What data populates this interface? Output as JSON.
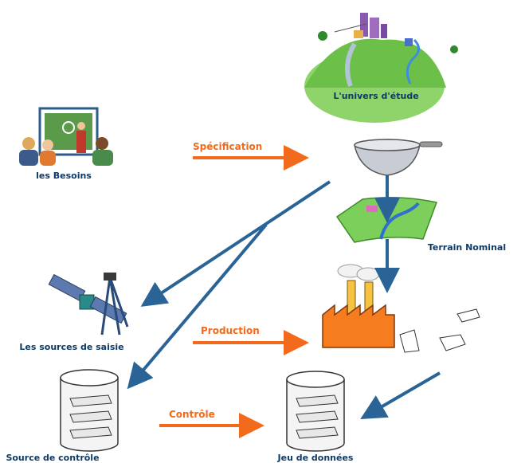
{
  "labels": {
    "univers": "L'univers d'étude",
    "besoins": "les Besoins",
    "terrain": "Terrain Nominal",
    "sources_saisie": "Les sources de saisie",
    "source_controle": "Source de contrôle",
    "jeu_donnees": "Jeu de données"
  },
  "process_labels": {
    "specification": "Spécification",
    "production": "Production",
    "controle": "Contrôle"
  },
  "colors": {
    "blue_arrow": "#2a6496",
    "orange_arrow": "#f26a1b",
    "label_text": "#0d3a66",
    "hill_green": "#6cc04a",
    "factory_orange": "#f57d1f"
  }
}
